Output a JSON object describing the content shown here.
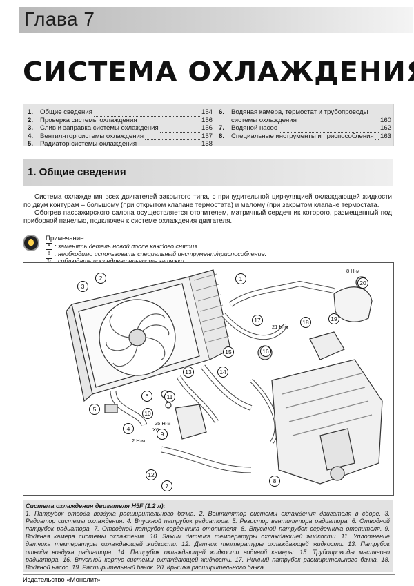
{
  "header": {
    "chapter": "Глава 7",
    "title": "СИСТЕМА ОХЛАЖДЕНИЯ"
  },
  "toc": {
    "left": [
      {
        "num": "1.",
        "text": "Общие сведения",
        "page": "154"
      },
      {
        "num": "2.",
        "text": "Проверка системы охлаждения",
        "page": "156"
      },
      {
        "num": "3.",
        "text": "Слив и заправка системы охлаждения",
        "page": "156"
      },
      {
        "num": "4.",
        "text": "Вентилятор системы охлаждения",
        "page": "157"
      },
      {
        "num": "5.",
        "text": "Радиатор системы охлаждения",
        "page": "158"
      }
    ],
    "right": [
      {
        "num": "6.",
        "text": "Водяная камера, термостат и трубопроводы",
        "cont": "системы охлаждения",
        "page": "160"
      },
      {
        "num": "7.",
        "text": "Водяной насос",
        "page": "162"
      },
      {
        "num": "8.",
        "text": "Специальные инструменты и приспособления",
        "page": "163"
      }
    ]
  },
  "section": {
    "title": "1. Общие сведения",
    "para1": "Система охлаждения всех двигателей закрытого типа, с принудительной циркуляцией охлаждающей жидкости по двум контурам – большому (при открытом клапане термостата) и малому (при закрытом клапане термостата.",
    "para2": "Обогрев пассажирского салона осуществляется отопителем, матричный сердечник которого, размещенный под приборной панелью, подключен к системе охлаждения двигателя."
  },
  "note": {
    "title": "Примечание",
    "items": [
      {
        "sym": "✕",
        "text": ": заменять деталь новой после каждого снятия."
      },
      {
        "sym": "!",
        "text": ": необходимо использовать специальный инструмент/приспособление."
      },
      {
        "sym": "↻",
        "text": ": соблюдать последовательность затяжки."
      }
    ]
  },
  "diagram": {
    "callouts": [
      "1",
      "2",
      "3",
      "4",
      "5",
      "6",
      "7",
      "8",
      "9",
      "10",
      "11",
      "12",
      "13",
      "14",
      "15",
      "16",
      "17",
      "18",
      "19",
      "20"
    ],
    "torques": [
      "8 Н·м",
      "21 Н·м",
      "2 Н·м",
      "25 Н·м",
      "X6"
    ]
  },
  "caption": {
    "title": "Система охлаждения двигателя H5F (1.2 л):",
    "text": "1. Патрубок отвода воздуха расширительного бачка. 2. Вентилятор системы охлаждения двигателя в сборе. 3. Радиатор системы охлаждения. 4. Впускной патрубок радиатора. 5. Резистор вентилятора радиатора. 6. Отводной патрубок радиатора. 7. Отводной патрубок сердечника отопителя. 8. Впускной патрубок сердечника отопителя. 9. Водяная камера системы охлаждения. 10. Зажим датчика температуры охлаждающей жидкости. 11. Уплотнение датчика температуры охлаждающей жидкости. 12. Датчик температуры охлаждающей жидкости. 13. Патрубок отвода воздуха радиатора. 14. Патрубок охлаждающей жидкости водяной камеры. 15. Трубопроводы масляного радиатора. 16. Впускной корпус системы охлаждающей жидкости. 17. Нижний патрубок расширительного бачка. 18. Водяной насос. 19. Расширительный бачок. 20. Крышка расширительного бачка."
  },
  "footer": {
    "publisher": "Издательство «Монолит»"
  }
}
